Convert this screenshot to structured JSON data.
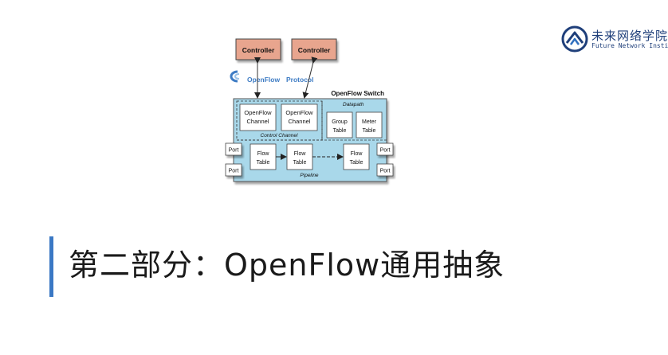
{
  "brand": {
    "name_cn": "未来网络学院",
    "name_en": "Future Network Institute"
  },
  "diagram": {
    "controllers": [
      "Controller",
      "Controller"
    ],
    "protocol_word1": "OpenFlow",
    "protocol_word2": "Protocol",
    "switch_title": "OpenFlow Switch",
    "datapath_label": "Datapath",
    "channel_line1": "OpenFlow",
    "channel_line2": "Channel",
    "control_channel_label": "Control Channel",
    "group_table_line1": "Group",
    "group_table_line2": "Table",
    "meter_table_line1": "Meter",
    "meter_table_line2": "Table",
    "flow_table_line1": "Flow",
    "flow_table_line2": "Table",
    "port_label": "Port",
    "pipeline_label": "Pipeline"
  },
  "section": {
    "title": "第二部分：OpenFlow通用抽象"
  },
  "colors": {
    "controller_fill": "#e8a58e",
    "switch_fill": "#a9d8ea",
    "box_fill": "#ffffff",
    "protocol_blue": "#3e7cc4",
    "accent_bar": "#3a78c4"
  }
}
